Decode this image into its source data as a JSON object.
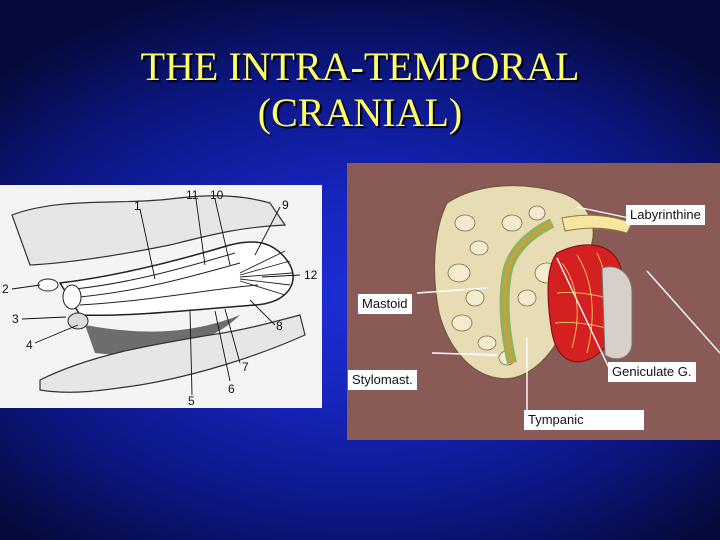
{
  "title": {
    "line1": "THE INTRA-TEMPORAL",
    "line2": "(CRANIAL)"
  },
  "left_diagram": {
    "numbers": [
      "1",
      "11",
      "10",
      "9",
      "12",
      "2",
      "3",
      "4",
      "8",
      "7",
      "6",
      "5"
    ]
  },
  "right_diagram": {
    "labels": {
      "labyrinthine": "Labyrinthine",
      "mastoid": "Mastoid",
      "stylomast": "Stylomast.",
      "geniculate": "Geniculate G.",
      "tympanic": "Tympanic"
    }
  },
  "colors": {
    "title": "#ffff66",
    "background": "#1524b8",
    "nerve": "#c8a040",
    "ganglion": "#d42020"
  }
}
